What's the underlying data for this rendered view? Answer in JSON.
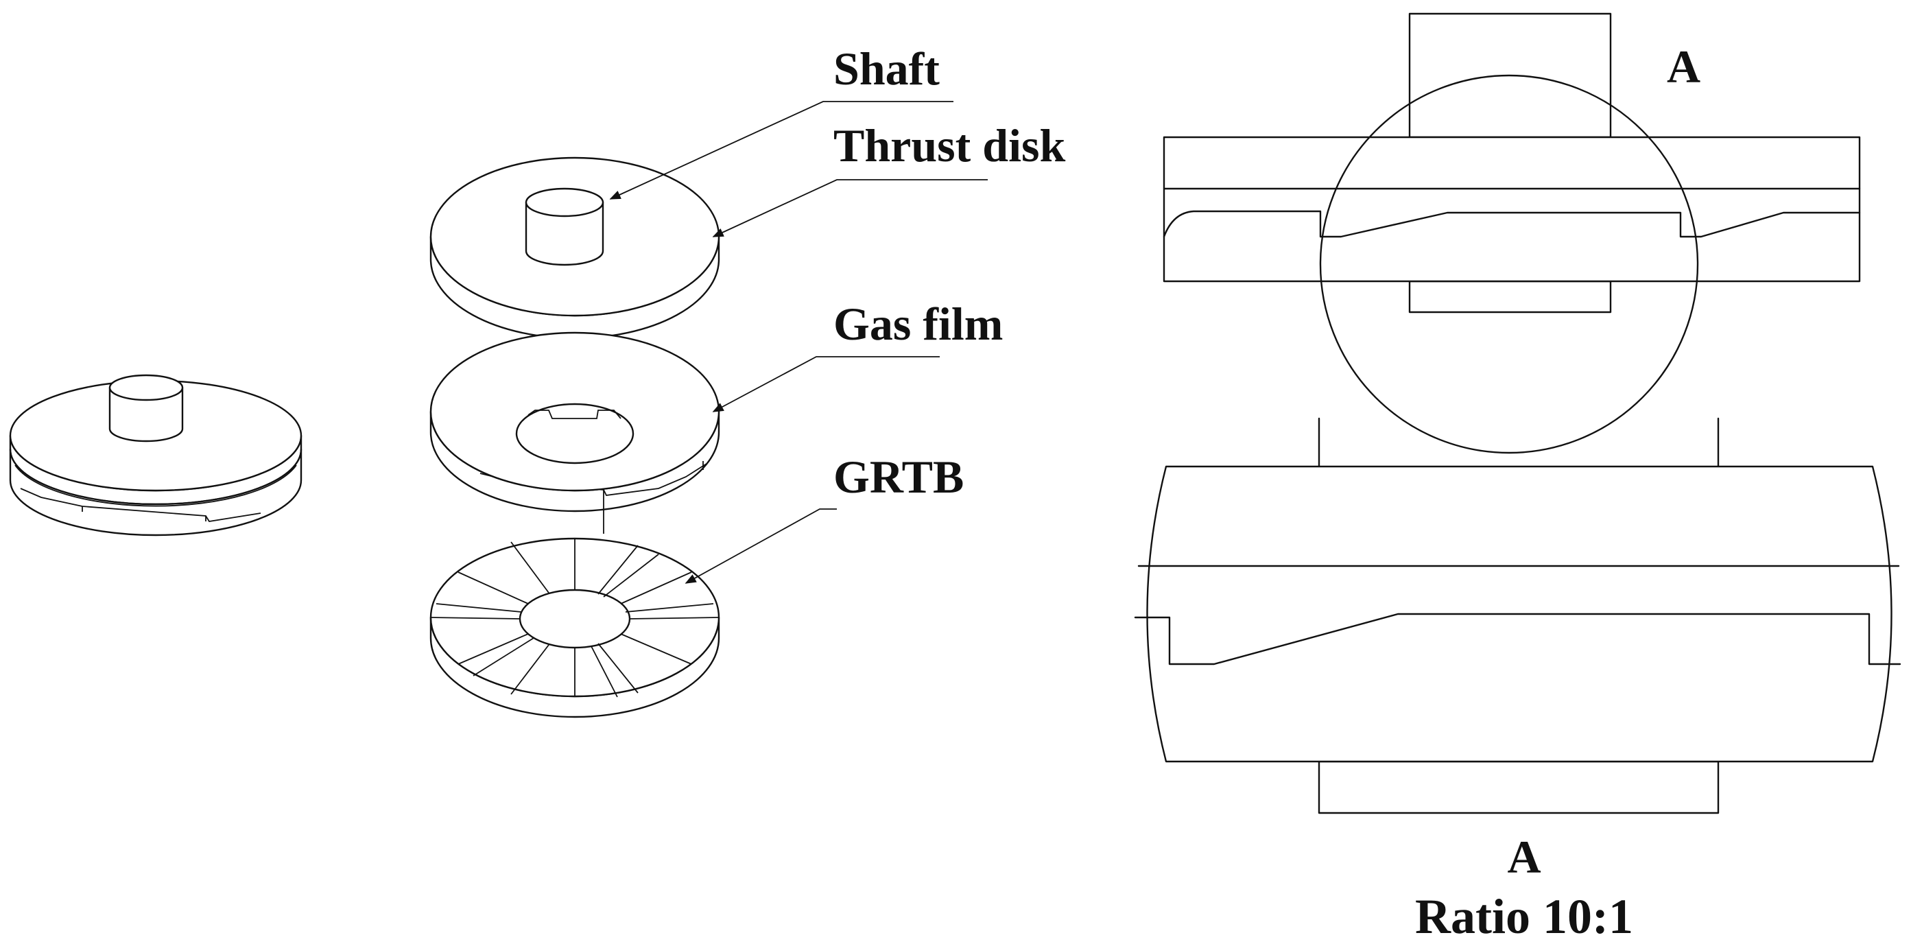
{
  "labels": {
    "shaft": "Shaft",
    "thrust_disk": "Thrust disk",
    "gas_film": "Gas film",
    "grtb": "GRTB",
    "detail_marker": "A",
    "detail_title": "A",
    "detail_ratio": "Ratio 10:1"
  }
}
